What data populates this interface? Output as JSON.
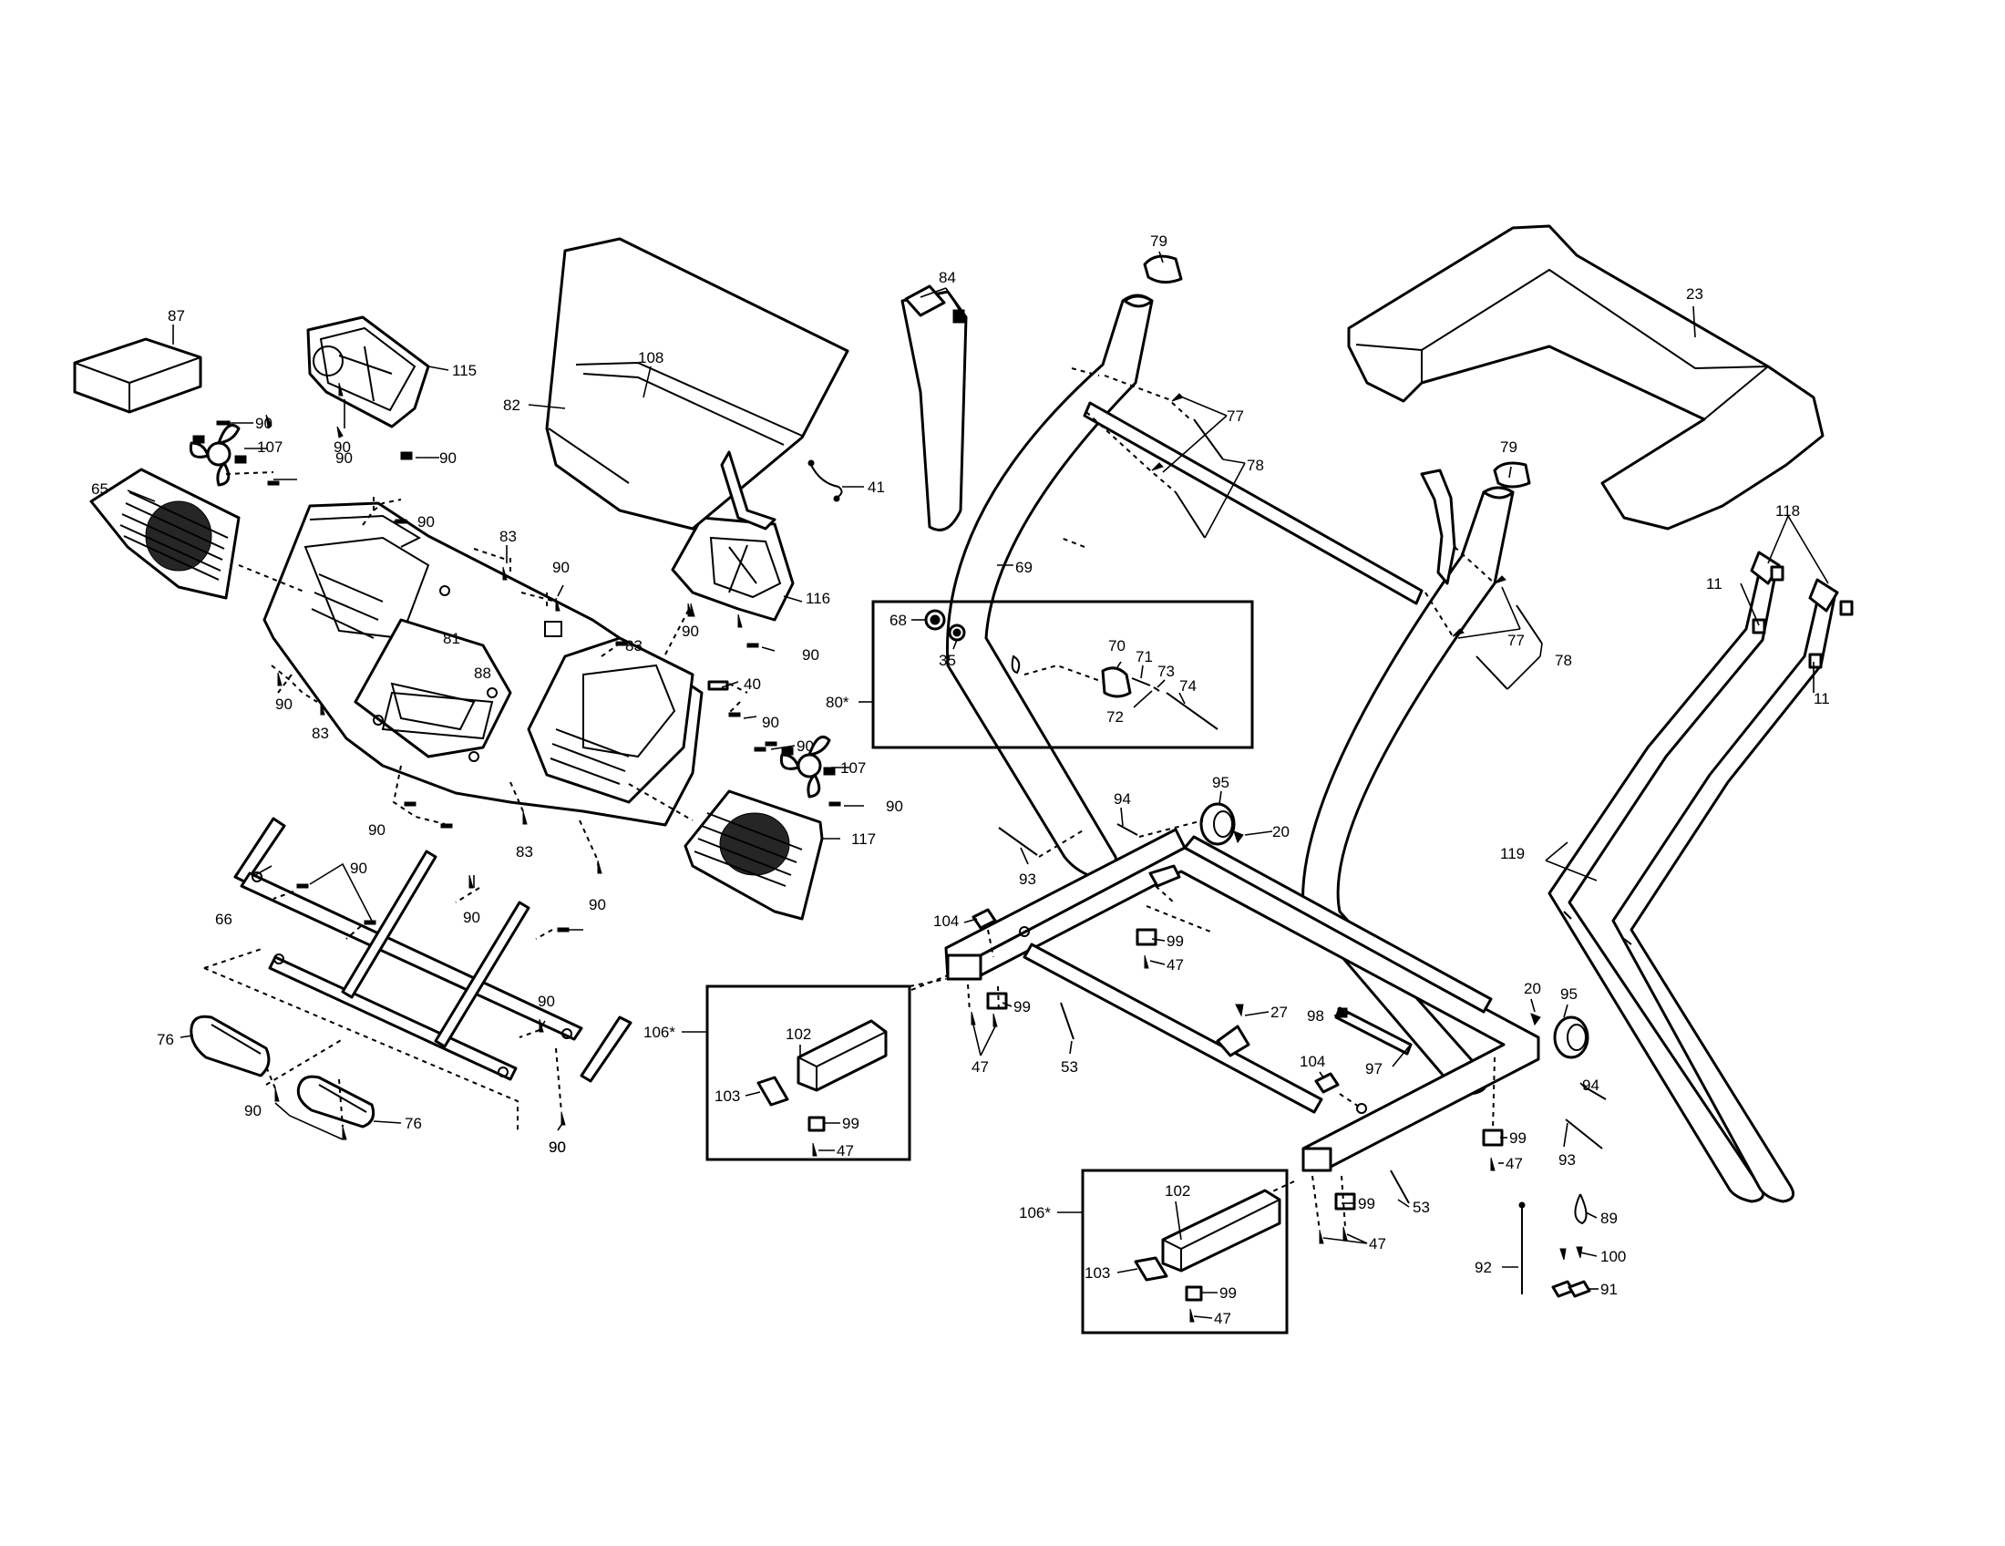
{
  "labels": [
    {
      "id": "p87",
      "text": "87"
    },
    {
      "id": "p115",
      "text": "115"
    },
    {
      "id": "p90a",
      "text": "90"
    },
    {
      "id": "p107a",
      "text": "107"
    },
    {
      "id": "p90b",
      "text": "90"
    },
    {
      "id": "p90c",
      "text": "90"
    },
    {
      "id": "p90d",
      "text": "90"
    },
    {
      "id": "p65",
      "text": "65"
    },
    {
      "id": "p82",
      "text": "82"
    },
    {
      "id": "p108",
      "text": "108"
    },
    {
      "id": "p41",
      "text": "41"
    },
    {
      "id": "p90e",
      "text": "90"
    },
    {
      "id": "p83a",
      "text": "83"
    },
    {
      "id": "p90f",
      "text": "90"
    },
    {
      "id": "p83b",
      "text": "83"
    },
    {
      "id": "p81",
      "text": "81"
    },
    {
      "id": "p88",
      "text": "88"
    },
    {
      "id": "p90g",
      "text": "90"
    },
    {
      "id": "p83c",
      "text": "83"
    },
    {
      "id": "p116",
      "text": "116"
    },
    {
      "id": "p90h",
      "text": "90"
    },
    {
      "id": "p90i",
      "text": "90"
    },
    {
      "id": "p40",
      "text": "40"
    },
    {
      "id": "p90j",
      "text": "90"
    },
    {
      "id": "p90k",
      "text": "90"
    },
    {
      "id": "p107b",
      "text": "107"
    },
    {
      "id": "p90l",
      "text": "90"
    },
    {
      "id": "p90m",
      "text": "90"
    },
    {
      "id": "p83d",
      "text": "83"
    },
    {
      "id": "p90n",
      "text": "90"
    },
    {
      "id": "p117",
      "text": "117"
    },
    {
      "id": "p66",
      "text": "66"
    },
    {
      "id": "p90o",
      "text": "90"
    },
    {
      "id": "p90p",
      "text": "90"
    },
    {
      "id": "p90q",
      "text": "90"
    },
    {
      "id": "p90r",
      "text": "90"
    },
    {
      "id": "p76a",
      "text": "76"
    },
    {
      "id": "p76b",
      "text": "76"
    },
    {
      "id": "p90s",
      "text": "90"
    },
    {
      "id": "p90t",
      "text": "90"
    },
    {
      "id": "p84",
      "text": "84"
    },
    {
      "id": "p79a",
      "text": "79"
    },
    {
      "id": "p77a",
      "text": "77"
    },
    {
      "id": "p78a",
      "text": "78"
    },
    {
      "id": "p69",
      "text": "69"
    },
    {
      "id": "p68",
      "text": "68"
    },
    {
      "id": "p35",
      "text": "35"
    },
    {
      "id": "p80",
      "text": "80*"
    },
    {
      "id": "p70",
      "text": "70"
    },
    {
      "id": "p71",
      "text": "71"
    },
    {
      "id": "p73",
      "text": "73"
    },
    {
      "id": "p74",
      "text": "74"
    },
    {
      "id": "p72",
      "text": "72"
    },
    {
      "id": "p23",
      "text": "23"
    },
    {
      "id": "p79b",
      "text": "79"
    },
    {
      "id": "p77b",
      "text": "77"
    },
    {
      "id": "p78b",
      "text": "78"
    },
    {
      "id": "p118",
      "text": "118"
    },
    {
      "id": "p11a",
      "text": "11"
    },
    {
      "id": "p11b",
      "text": "11"
    },
    {
      "id": "p119",
      "text": "119"
    },
    {
      "id": "p94a",
      "text": "94"
    },
    {
      "id": "p95a",
      "text": "95"
    },
    {
      "id": "p20a",
      "text": "20"
    },
    {
      "id": "p93a",
      "text": "93"
    },
    {
      "id": "p104a",
      "text": "104"
    },
    {
      "id": "p99a",
      "text": "99"
    },
    {
      "id": "p47a",
      "text": "47"
    },
    {
      "id": "p99b",
      "text": "99"
    },
    {
      "id": "p47b",
      "text": "47"
    },
    {
      "id": "p53a",
      "text": "53"
    },
    {
      "id": "p27",
      "text": "27"
    },
    {
      "id": "p98",
      "text": "98"
    },
    {
      "id": "p97",
      "text": "97"
    },
    {
      "id": "p104b",
      "text": "104"
    },
    {
      "id": "p20b",
      "text": "20"
    },
    {
      "id": "p95b",
      "text": "95"
    },
    {
      "id": "p94b",
      "text": "94"
    },
    {
      "id": "p93b",
      "text": "93"
    },
    {
      "id": "p99c",
      "text": "99"
    },
    {
      "id": "p47c",
      "text": "47"
    },
    {
      "id": "p53b",
      "text": "53"
    },
    {
      "id": "p99d",
      "text": "99"
    },
    {
      "id": "p47d",
      "text": "47"
    },
    {
      "id": "p106a",
      "text": "106*"
    },
    {
      "id": "p102a",
      "text": "102"
    },
    {
      "id": "p103a",
      "text": "103"
    },
    {
      "id": "p99e",
      "text": "99"
    },
    {
      "id": "p47e",
      "text": "47"
    },
    {
      "id": "p106b",
      "text": "106*"
    },
    {
      "id": "p102b",
      "text": "102"
    },
    {
      "id": "p103b",
      "text": "103"
    },
    {
      "id": "p99f",
      "text": "99"
    },
    {
      "id": "p47f",
      "text": "47"
    },
    {
      "id": "p89",
      "text": "89"
    },
    {
      "id": "p100",
      "text": "100"
    },
    {
      "id": "p92",
      "text": "92"
    },
    {
      "id": "p91",
      "text": "91"
    }
  ]
}
